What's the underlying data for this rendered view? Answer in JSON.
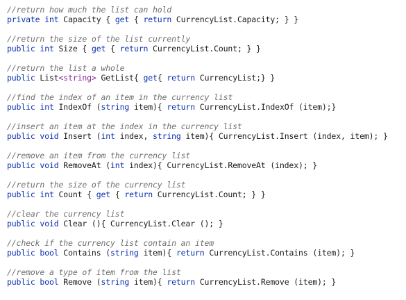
{
  "colors": {
    "keyword": "#0a2fb0",
    "comment": "#6f6f6f",
    "generic_type": "#8a2b96",
    "text": "#1a1a1a",
    "background": "#ffffff"
  },
  "blocks": [
    {
      "comment": "//return how much the list can hold",
      "code": [
        {
          "t": "private int",
          "k": "kw"
        },
        {
          "t": " Capacity { ",
          "k": ""
        },
        {
          "t": "get",
          "k": "kw"
        },
        {
          "t": " { ",
          "k": ""
        },
        {
          "t": "return",
          "k": "kw"
        },
        {
          "t": " CurrencyList.Capacity; } }",
          "k": ""
        }
      ]
    },
    {
      "comment": "//return the size of the list currently",
      "code": [
        {
          "t": "public int",
          "k": "kw"
        },
        {
          "t": " Size { ",
          "k": ""
        },
        {
          "t": "get",
          "k": "kw"
        },
        {
          "t": " { ",
          "k": ""
        },
        {
          "t": "return",
          "k": "kw"
        },
        {
          "t": " CurrencyList.Count; } }",
          "k": ""
        }
      ]
    },
    {
      "comment": "//return the list a whole",
      "code": [
        {
          "t": "public",
          "k": "kw"
        },
        {
          "t": " List",
          "k": ""
        },
        {
          "t": "<string>",
          "k": "gen"
        },
        {
          "t": " GetList{ ",
          "k": ""
        },
        {
          "t": "get",
          "k": "kw"
        },
        {
          "t": "{ ",
          "k": ""
        },
        {
          "t": "return",
          "k": "kw"
        },
        {
          "t": " CurrencyList;} }",
          "k": ""
        }
      ]
    },
    {
      "comment": "//find the index of an item in the currency list",
      "code": [
        {
          "t": "public int",
          "k": "kw"
        },
        {
          "t": " IndexOf (",
          "k": ""
        },
        {
          "t": "string",
          "k": "kw"
        },
        {
          "t": " item){ ",
          "k": ""
        },
        {
          "t": "return",
          "k": "kw"
        },
        {
          "t": " CurrencyList.IndexOf (item);}",
          "k": ""
        }
      ]
    },
    {
      "comment": "//insert an item at the index in the currency list",
      "code": [
        {
          "t": "public void",
          "k": "kw"
        },
        {
          "t": " Insert (",
          "k": ""
        },
        {
          "t": "int",
          "k": "kw"
        },
        {
          "t": " index, ",
          "k": ""
        },
        {
          "t": "string",
          "k": "kw"
        },
        {
          "t": " item){ CurrencyList.Insert (index, item); }",
          "k": ""
        }
      ]
    },
    {
      "comment": "//remove an item from the currency list",
      "code": [
        {
          "t": "public void",
          "k": "kw"
        },
        {
          "t": " RemoveAt (",
          "k": ""
        },
        {
          "t": "int",
          "k": "kw"
        },
        {
          "t": " index){ CurrencyList.RemoveAt (index); }",
          "k": ""
        }
      ]
    },
    {
      "comment": "//return the size of the currency list",
      "code": [
        {
          "t": "public int",
          "k": "kw"
        },
        {
          "t": " Count { ",
          "k": ""
        },
        {
          "t": "get",
          "k": "kw"
        },
        {
          "t": " { ",
          "k": ""
        },
        {
          "t": "return",
          "k": "kw"
        },
        {
          "t": " CurrencyList.Count; } }",
          "k": ""
        }
      ]
    },
    {
      "comment": "//clear the currency list",
      "code": [
        {
          "t": "public void",
          "k": "kw"
        },
        {
          "t": " Clear (){ CurrencyList.Clear (); }",
          "k": ""
        }
      ]
    },
    {
      "comment": "//check if the currency list contain an item",
      "code": [
        {
          "t": "public bool",
          "k": "kw"
        },
        {
          "t": " Contains (",
          "k": ""
        },
        {
          "t": "string",
          "k": "kw"
        },
        {
          "t": " item){ ",
          "k": ""
        },
        {
          "t": "return",
          "k": "kw"
        },
        {
          "t": " CurrencyList.Contains (item); }",
          "k": ""
        }
      ]
    },
    {
      "comment": "//remove a type of item from the list",
      "code": [
        {
          "t": "public bool",
          "k": "kw"
        },
        {
          "t": " Remove (",
          "k": ""
        },
        {
          "t": "string",
          "k": "kw"
        },
        {
          "t": " item){ ",
          "k": ""
        },
        {
          "t": "return",
          "k": "kw"
        },
        {
          "t": " CurrencyList.Remove (item); }",
          "k": ""
        }
      ]
    }
  ]
}
